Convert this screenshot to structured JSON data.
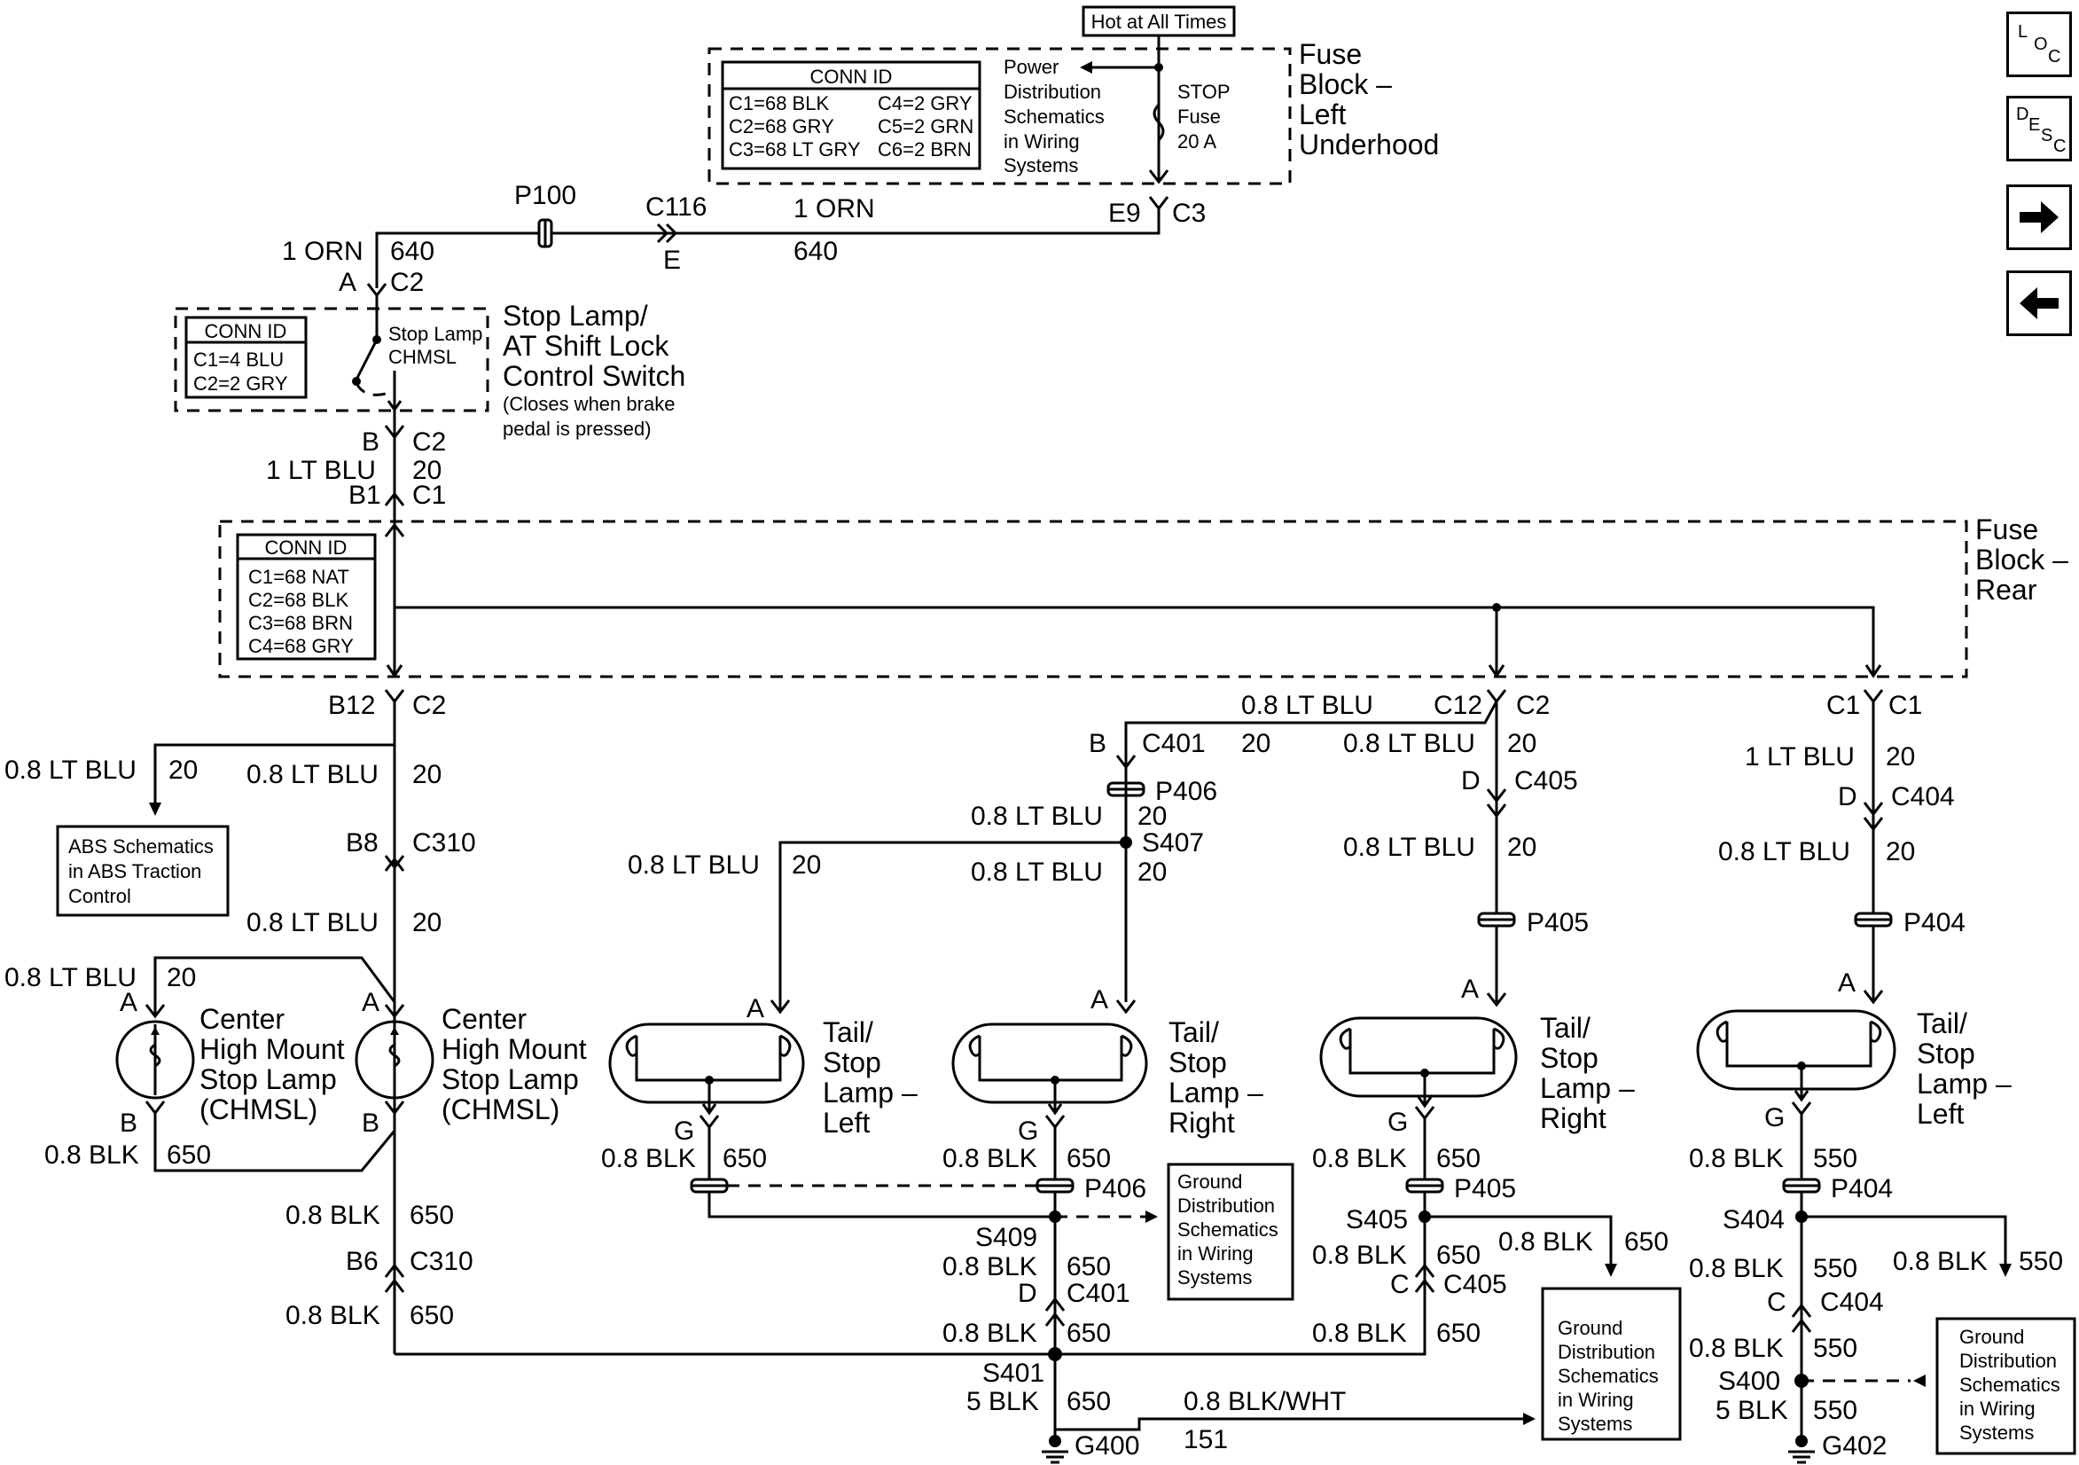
{
  "hot_label": "Hot at All Times",
  "fuse_block_underhood": {
    "line1": "Fuse",
    "line2": "Block –",
    "line3": "Left",
    "line4": "Underhood"
  },
  "conn_id_underhood": {
    "title": "CONN ID",
    "rows": [
      "C1=68 BLK",
      "C2=68 GRY",
      "C3=68 LT GRY",
      "C4=2 GRY",
      "C5=2 GRN",
      "C6=2 BRN"
    ]
  },
  "power_dist": [
    "Power",
    "Distribution",
    "Schematics",
    "in Wiring",
    "Systems"
  ],
  "stop_fuse": [
    "STOP",
    "Fuse",
    "20 A"
  ],
  "wire_top": {
    "e9": "E9",
    "c3": "C3",
    "orn": "1 ORN",
    "num": "640",
    "c116": "C116",
    "e": "E",
    "p100": "P100",
    "orn_left": "1 ORN",
    "num_left": "640",
    "a": "A",
    "c2": "C2"
  },
  "switch": {
    "title1": "Stop Lamp/",
    "title2": "AT Shift Lock",
    "title3": "Control Switch",
    "note1": "(Closes when brake",
    "note2": "pedal is pressed)",
    "inner1": "Stop Lamp",
    "inner2": "CHMSL",
    "conn_title": "CONN ID",
    "conn_rows": [
      "C1=4 BLU",
      "C2=2 GRY"
    ]
  },
  "switch_out": {
    "b": "B",
    "c2": "C2",
    "wire": "1 LT BLU",
    "num": "20",
    "b1": "B1",
    "c1": "C1"
  },
  "fuse_block_rear": {
    "line1": "Fuse",
    "line2": "Block –",
    "line3": "Rear",
    "conn_title": "CONN ID",
    "conn_rows": [
      "C1=68 NAT",
      "C2=68 BLK",
      "C3=68 BRN",
      "C4=68 GRY"
    ]
  },
  "left_branch": {
    "b12": "B12",
    "c2": "C2",
    "wire_a": "0.8 LT BLU",
    "num_a": "20",
    "wire_b": "0.8 LT BLU",
    "num_b": "20",
    "abs": [
      "ABS Schematics",
      "in ABS Traction",
      "Control"
    ],
    "b8": "B8",
    "c310": "C310",
    "wire_c": "0.8 LT BLU",
    "num_c": "20",
    "wire_d": "0.8 LT BLU",
    "num_d": "20",
    "a1": "A",
    "a2": "A",
    "b_1": "B",
    "b_2": "B",
    "blk": "0.8 BLK",
    "blk_num": "650",
    "chmsl1": [
      "Center",
      "High Mount",
      "Stop Lamp",
      "(CHMSL)"
    ],
    "chmsl2": [
      "Center",
      "High Mount",
      "Stop Lamp",
      "(CHMSL)"
    ],
    "blk2": "0.8 BLK",
    "blk2_num": "650",
    "b6": "B6",
    "c310b": "C310",
    "blk3": "0.8 BLK",
    "blk3_num": "650"
  },
  "mid_branch": {
    "wire_top": "0.8 LT BLU",
    "num_top": "20",
    "c12": "C12",
    "c2": "C2",
    "b": "B",
    "c401": "C401",
    "num20": "20",
    "p406": "P406",
    "wire_p406": "0.8 LT BLU",
    "num_p406": "20",
    "s407": "S407",
    "wire_left": "0.8 LT BLU",
    "num_left": "20",
    "wire_right": "0.8 LT BLU",
    "num_right": "20",
    "a_left": "A",
    "a_right": "A",
    "lamp_left": [
      "Tail/",
      "Stop",
      "Lamp –",
      "Left"
    ],
    "lamp_right": [
      "Tail/",
      "Stop",
      "Lamp –",
      "Right"
    ],
    "g_left": "G",
    "g_right": "G",
    "blk_left": "0.8 BLK",
    "num_blk_left": "650",
    "blk_right": "0.8 BLK",
    "num_blk_right": "650",
    "p406b": "P406",
    "s409": "S409",
    "blk_s409": "0.8 BLK",
    "num_s409": "650",
    "d": "D",
    "c401b": "C401",
    "gnd_dist": [
      "Ground",
      "Distribution",
      "Schematics",
      "in Wiring",
      "Systems"
    ],
    "blk_s401": "0.8 BLK",
    "num_s401": "650",
    "s401": "S401",
    "blk5": "5 BLK",
    "num5": "650",
    "g400": "G400",
    "blkwht": "0.8 BLK/WHT",
    "num151": "151"
  },
  "right_c2": {
    "wire": "0.8 LT BLU",
    "num": "20",
    "d": "D",
    "c405": "C405",
    "wire2": "0.8 LT BLU",
    "num2": "20",
    "p405": "P405",
    "a": "A",
    "lamp": [
      "Tail/",
      "Stop",
      "Lamp –",
      "Right"
    ],
    "g": "G",
    "blk": "0.8 BLK",
    "blk_num": "650",
    "p405b": "P405",
    "s405": "S405",
    "blk2": "0.8 BLK",
    "blk2_num": "650",
    "blk3": "0.8 BLK",
    "blk3_num": "650",
    "c": "C",
    "c405b": "C405",
    "blk4": "0.8 BLK",
    "blk4_num": "650",
    "gnd_dist": [
      "Ground",
      "Distribution",
      "Schematics",
      "in Wiring",
      "Systems"
    ]
  },
  "right_c1": {
    "c1a": "C1",
    "c1b": "C1",
    "wire": "1 LT BLU",
    "num": "20",
    "d": "D",
    "c404": "C404",
    "wire2": "0.8 LT BLU",
    "num2": "20",
    "p404": "P404",
    "a": "A",
    "lamp": [
      "Tail/",
      "Stop",
      "Lamp –",
      "Left"
    ],
    "g": "G",
    "blk": "0.8 BLK",
    "blk_num": "550",
    "p404b": "P404",
    "s404": "S404",
    "blk2": "0.8 BLK",
    "blk2_num": "550",
    "blk3": "0.8 BLK",
    "blk3_num": "550",
    "c": "C",
    "c404b": "C404",
    "blk4": "0.8 BLK",
    "blk4_num": "550",
    "s400": "S400",
    "blk5": "5 BLK",
    "blk5_num": "550",
    "g402": "G402",
    "gnd_dist": [
      "Ground",
      "Distribution",
      "Schematics",
      "in Wiring",
      "Systems"
    ]
  },
  "nav": {
    "loc": [
      "L",
      "O",
      "C"
    ],
    "desc": [
      "D",
      "E",
      "S",
      "C"
    ],
    "forward_icon": "right-arrow",
    "back_icon": "left-arrow"
  }
}
